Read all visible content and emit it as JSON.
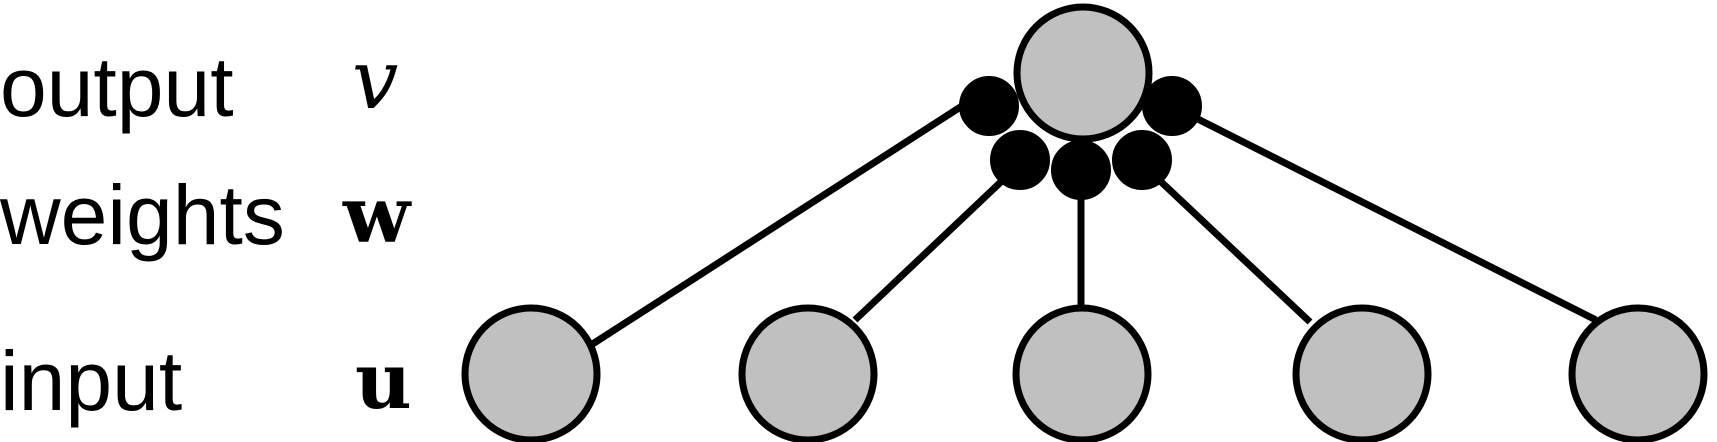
{
  "labels": {
    "output": {
      "text": "output",
      "symbol": "v"
    },
    "weights": {
      "text": "weights",
      "symbol": "w"
    },
    "input": {
      "text": "input",
      "symbol": "u"
    }
  },
  "network": {
    "input_count": 5,
    "output_count": 1,
    "node_fill": "#c0c0c0",
    "synapse_fill": "#000000",
    "line_color": "#000000"
  }
}
